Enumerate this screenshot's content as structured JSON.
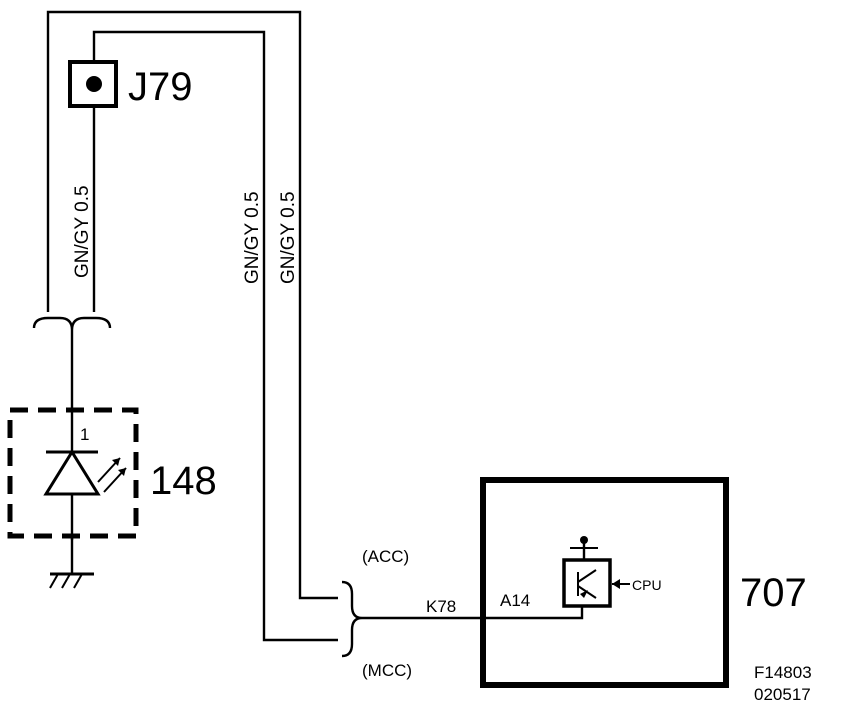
{
  "connector": {
    "label": "J79"
  },
  "wires": {
    "left_spec": "GN/GY  0.5",
    "mid_spec": "GN/GY  0.5",
    "right_spec": "GN/GY  0.5"
  },
  "led": {
    "pin": "1",
    "label": "148"
  },
  "module": {
    "label": "707",
    "pin": "A14",
    "wire_id": "K78",
    "cpu_label": "CPU"
  },
  "variants": {
    "acc": "(ACC)",
    "mcc": "(MCC)"
  },
  "drawing": {
    "id": "F14803",
    "date": "020517"
  }
}
